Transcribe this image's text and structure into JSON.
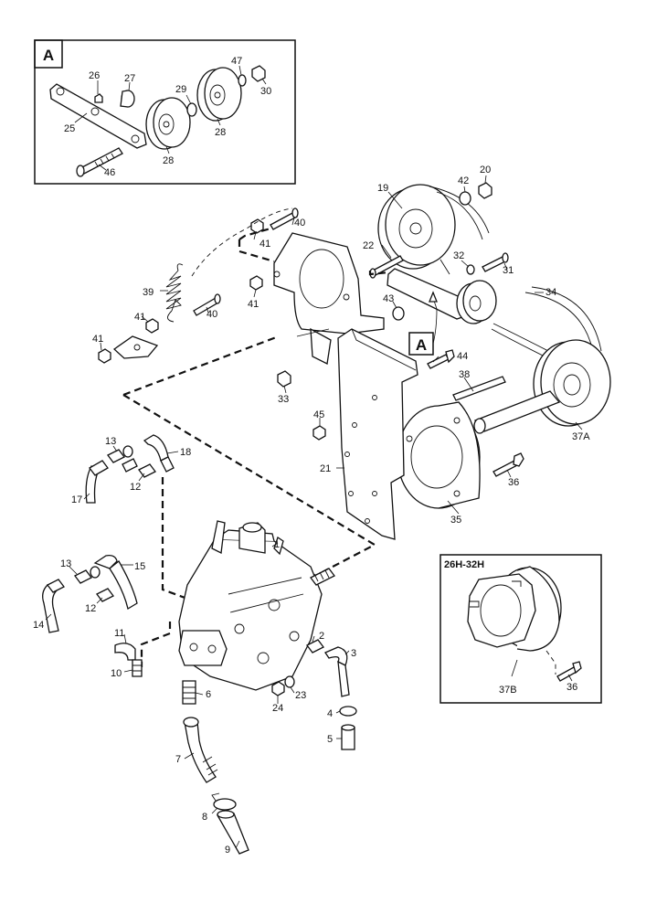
{
  "inset_a": {
    "tag": "A"
  },
  "callout_a": {
    "tag": "A"
  },
  "inset_variant": {
    "title": "26H-32H"
  },
  "labels": {
    "l1": "1",
    "l2": "2",
    "l3": "3",
    "l4": "4",
    "l5": "5",
    "l6": "6",
    "l7": "7",
    "l8": "8",
    "l9": "9",
    "l10": "10",
    "l11": "11",
    "l12a": "12",
    "l12b": "12",
    "l13a": "13",
    "l13b": "13",
    "l14": "14",
    "l15": "15",
    "l17": "17",
    "l18": "18",
    "l19": "19",
    "l20": "20",
    "l21": "21",
    "l22": "22",
    "l23": "23",
    "l24": "24",
    "l25": "25",
    "l26": "26",
    "l27": "27",
    "l28a": "28",
    "l28b": "28",
    "l29": "29",
    "l30": "30",
    "l31": "31",
    "l32": "32",
    "l33": "33",
    "l34": "34",
    "l35": "35",
    "l36a": "36",
    "l36b": "36",
    "l37a": "37A",
    "l37b": "37B",
    "l38": "38",
    "l39": "39",
    "l40a": "40",
    "l40b": "40",
    "l41a": "41",
    "l41b": "41",
    "l41c": "41",
    "l41d": "41",
    "l42": "42",
    "l43": "43",
    "l44": "44",
    "l45": "45",
    "l46": "46",
    "l47": "47"
  }
}
